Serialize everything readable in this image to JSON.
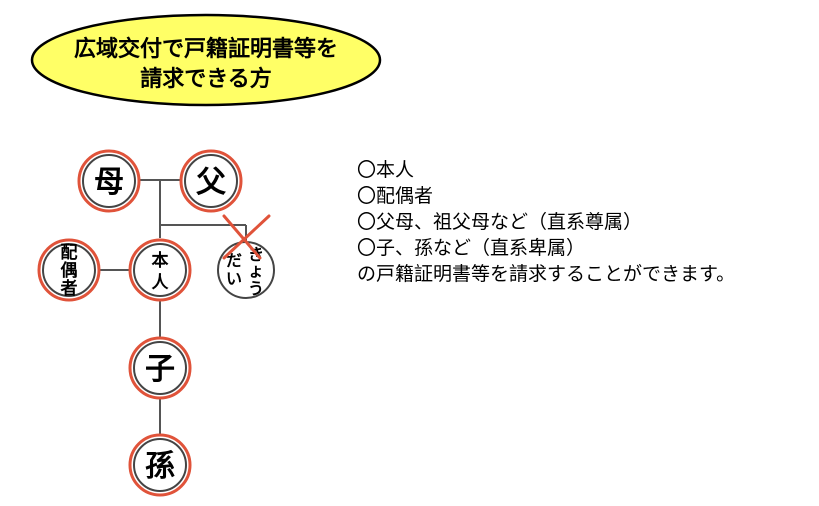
{
  "title": {
    "line1": "広域交付で戸籍証明書等を",
    "line2": "請求できる方",
    "fill": "#ffff66"
  },
  "nodes": {
    "mother": "母",
    "father": "父",
    "spouse": [
      "配",
      "偶",
      "者"
    ],
    "self": [
      "本",
      "人"
    ],
    "sibling": {
      "col1": [
        "だ",
        "い"
      ],
      "col2": [
        "き",
        "ょ",
        "う"
      ]
    },
    "child": "子",
    "grandchild": "孫"
  },
  "description": {
    "items": [
      "〇本人",
      "〇配偶者",
      "〇父母、祖父母など（直系尊属）",
      "〇子、孫など（直系卑属）"
    ],
    "footer": "の戸籍証明書等を請求することができます。"
  },
  "colors": {
    "ring_outer": "#e0533a",
    "ring_inner": "#444444",
    "connector": "#555555",
    "cross": "#e0533a"
  }
}
